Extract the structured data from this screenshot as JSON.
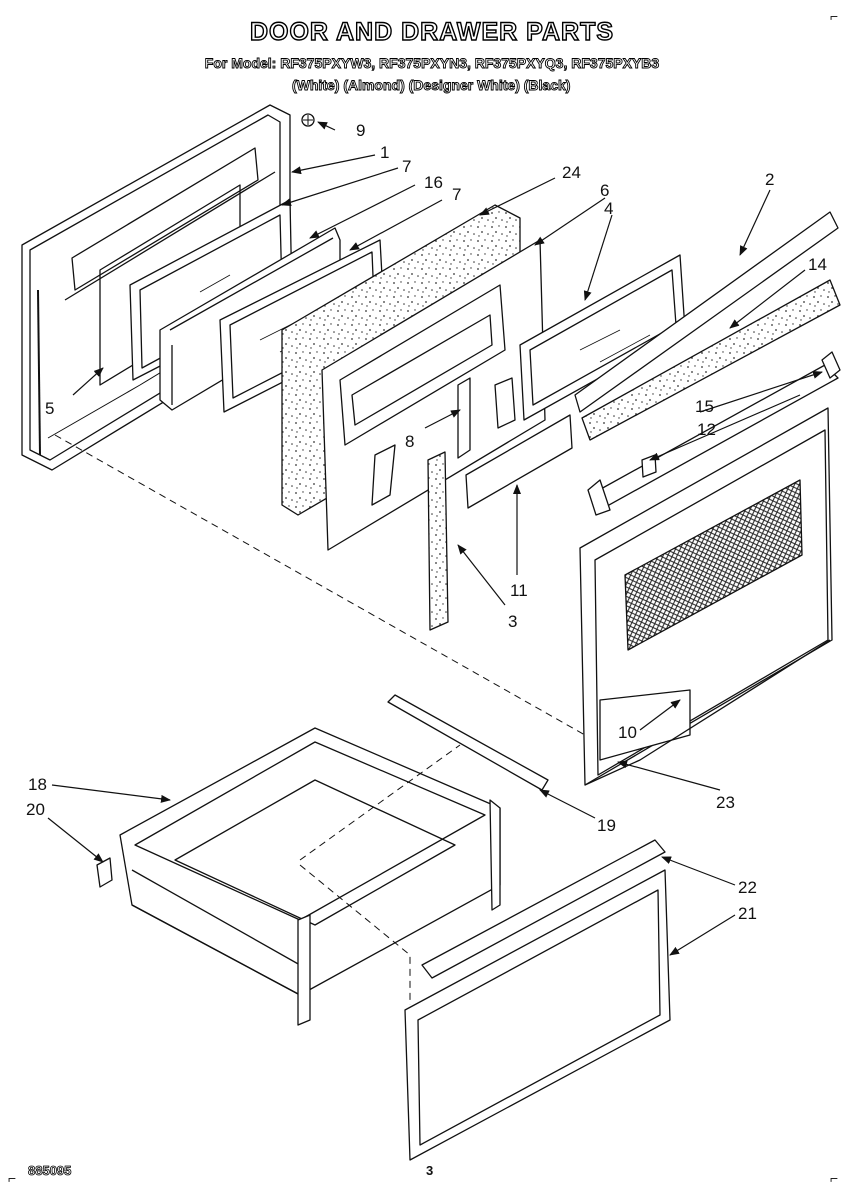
{
  "title": "DOOR AND DRAWER PARTS",
  "models_line": "For Model: RF375PXYW3, RF375PXYN3, RF375PXYQ3, RF375PXYB3",
  "colors_line": "(White) (Almond) (Designer White) (Black)",
  "footer": {
    "code": "885095",
    "page": "3"
  },
  "corner_marks": {
    "mark": "⌐"
  },
  "callouts": {
    "c1": "1",
    "c2": "2",
    "c3": "3",
    "c4": "4",
    "c5": "5",
    "c6": "6",
    "c7a": "7",
    "c7b": "7",
    "c8": "8",
    "c9": "9",
    "c10": "10",
    "c11": "11",
    "c12": "12",
    "c14": "14",
    "c15": "15",
    "c16": "16",
    "c18": "18",
    "c19": "19",
    "c20": "20",
    "c21": "21",
    "c22": "22",
    "c23": "23",
    "c24": "24"
  }
}
